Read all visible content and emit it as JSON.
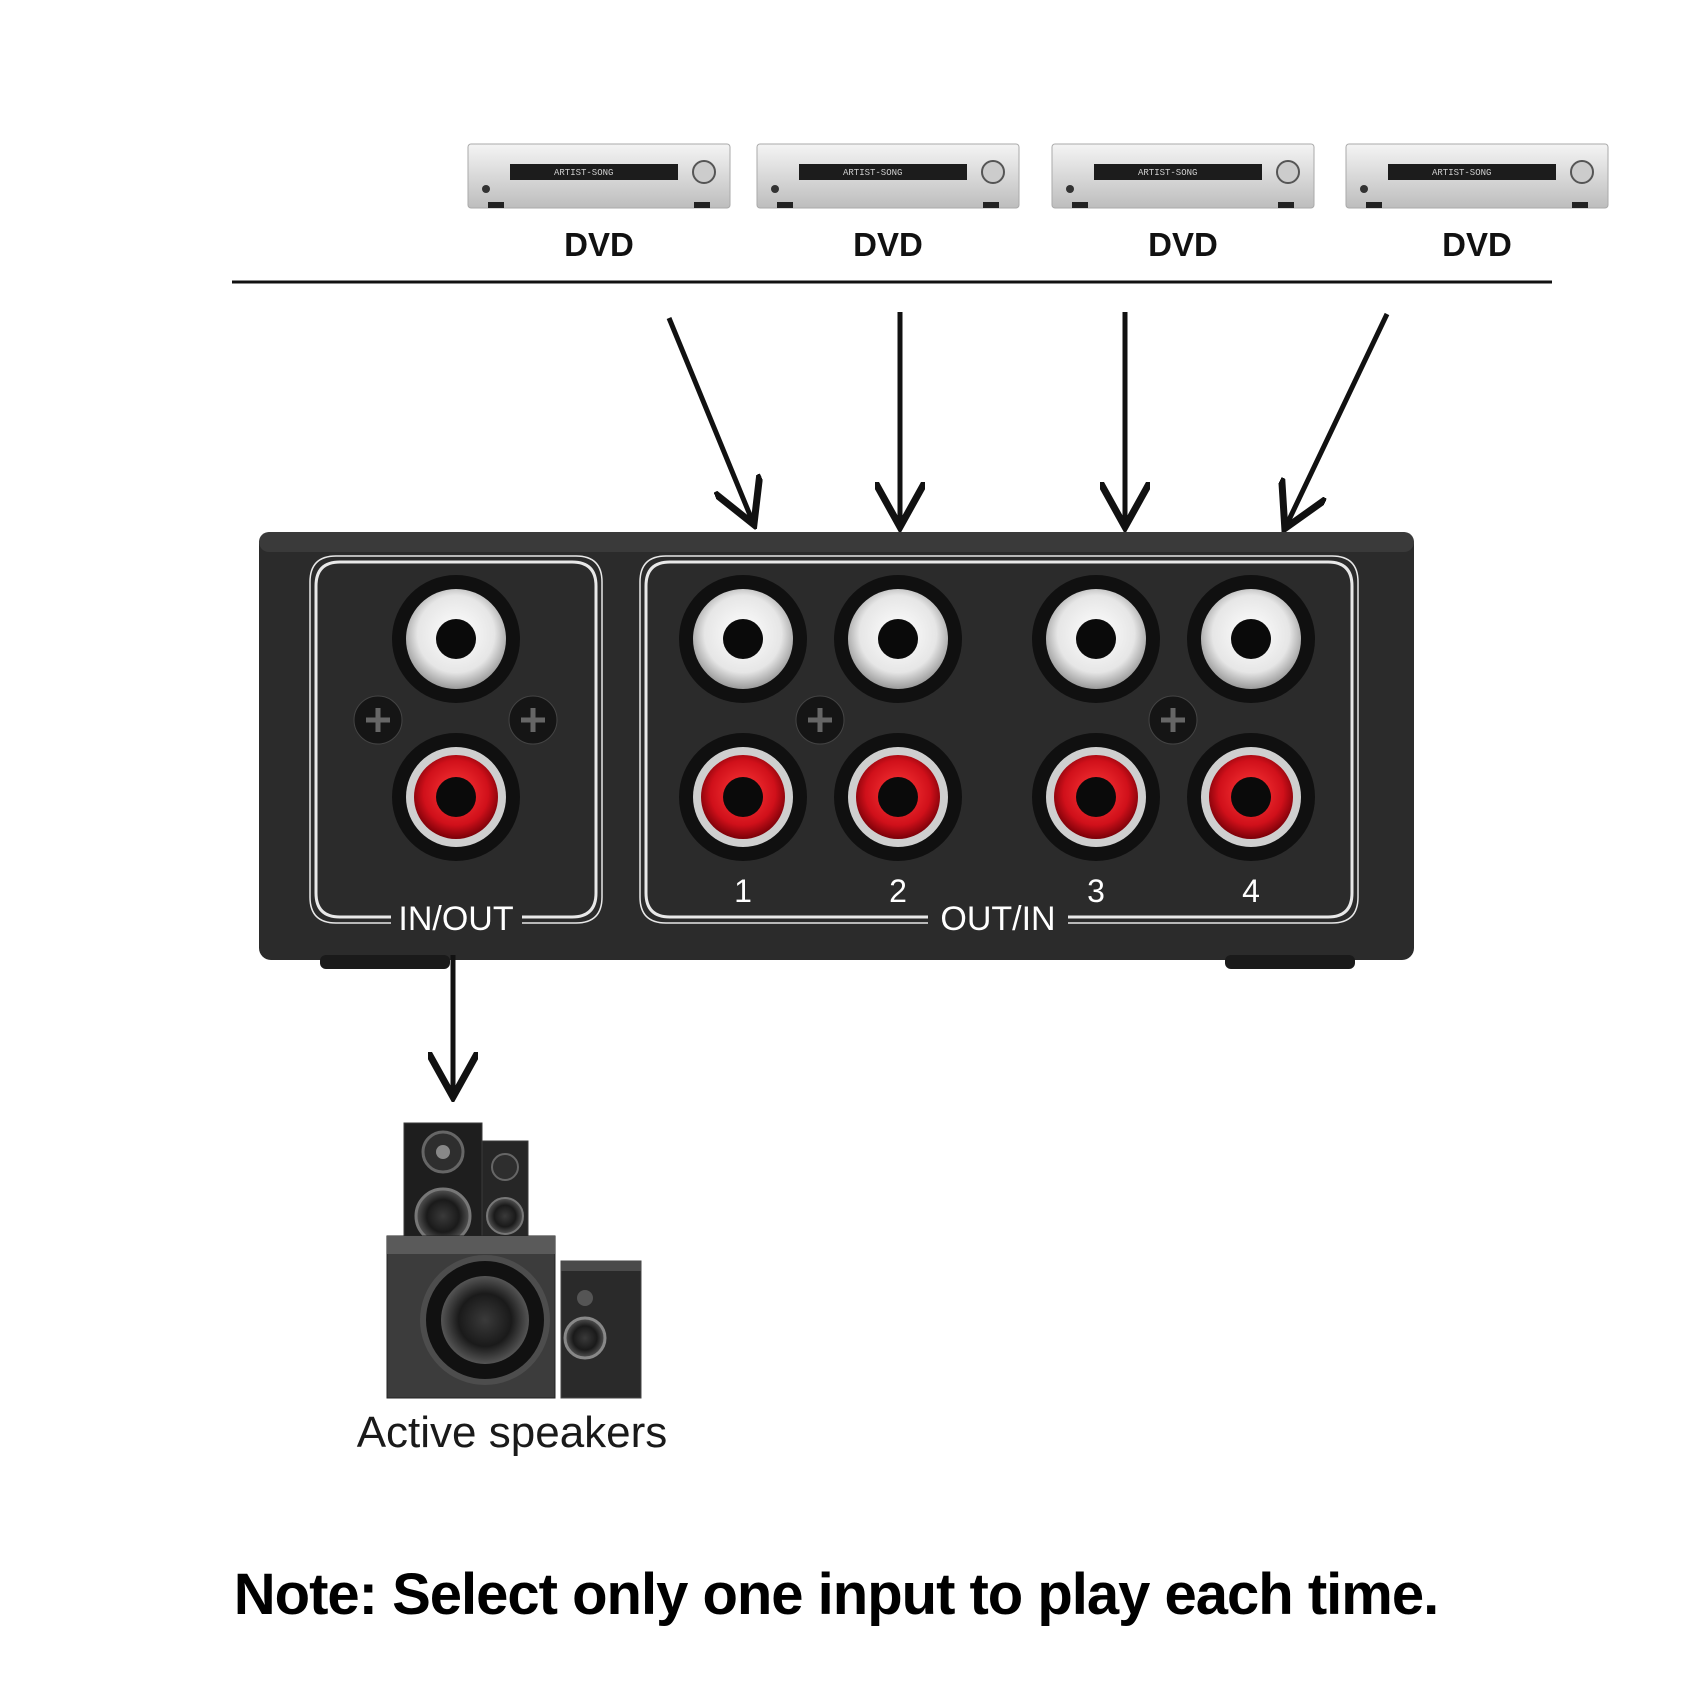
{
  "sources": [
    {
      "label": "DVD",
      "lcd": "ARTIST-SONG"
    },
    {
      "label": "DVD",
      "lcd": "ARTIST-SONG"
    },
    {
      "label": "DVD",
      "lcd": "ARTIST-SONG"
    },
    {
      "label": "DVD",
      "lcd": "ARTIST-SONG"
    }
  ],
  "switch": {
    "left_port_label": "IN/OUT",
    "right_port_label": "OUT/IN",
    "channel_numbers": [
      "1",
      "2",
      "3",
      "4"
    ]
  },
  "speakers_label": "Active speakers",
  "note": "Note: Select only one input to play each time.",
  "colors": {
    "body": "#2b2b2b",
    "panel_line": "#e8e8e8",
    "jack_white": "#f2f2f2",
    "jack_red": "#d0101a",
    "arrow": "#111111"
  }
}
